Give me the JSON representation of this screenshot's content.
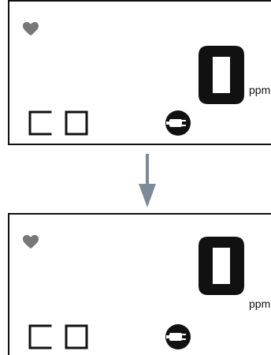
{
  "panels": [
    {
      "gas_label": "CO",
      "reading": "0",
      "unit": "ppm",
      "icons": [
        "heart-icon",
        "power-plug-icon"
      ]
    },
    {
      "gas_label": "CO",
      "reading": "0",
      "unit": "ppm",
      "icons": [
        "heart-icon",
        "power-plug-icon"
      ]
    }
  ],
  "arrow_icon": "down-arrow-icon",
  "colors": {
    "heart": "#777777",
    "segment": "#111111",
    "arrow": "#7d8b98",
    "border": "#111111"
  }
}
